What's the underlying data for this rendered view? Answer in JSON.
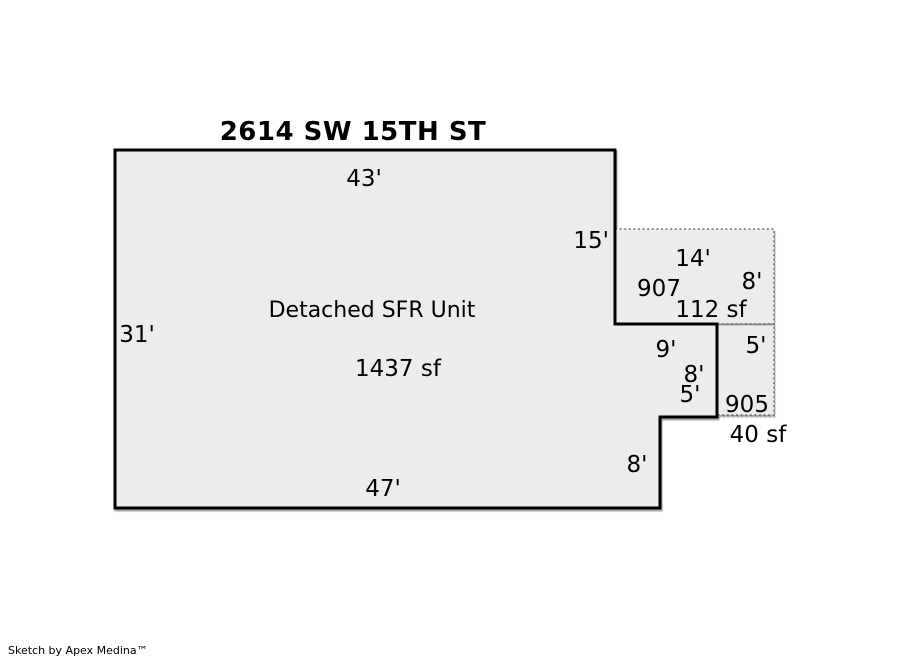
{
  "title": "2614 SW 15TH ST",
  "credit": "Sketch by Apex Medina™",
  "floorplan": {
    "unit": {
      "name": "Detached SFR Unit",
      "area": "1437 sf",
      "dims": {
        "top": "43'",
        "left": "31'",
        "bottom": "47'",
        "right_upper": "15'",
        "notch_top": "9'",
        "notch_right": "8'",
        "notch_bottom": "5'",
        "notch_left": "8'"
      }
    },
    "area_907": {
      "id": "907",
      "width": "14'",
      "depth": "8'",
      "area": "112 sf"
    },
    "area_905": {
      "id": "905",
      "width": "5'",
      "area": "40 sf"
    },
    "colors": {
      "background": "#ffffff",
      "fill": "#ececec",
      "outline": "#000000",
      "dashed": "#555555",
      "divider": "#808080",
      "text": "#000000"
    }
  }
}
